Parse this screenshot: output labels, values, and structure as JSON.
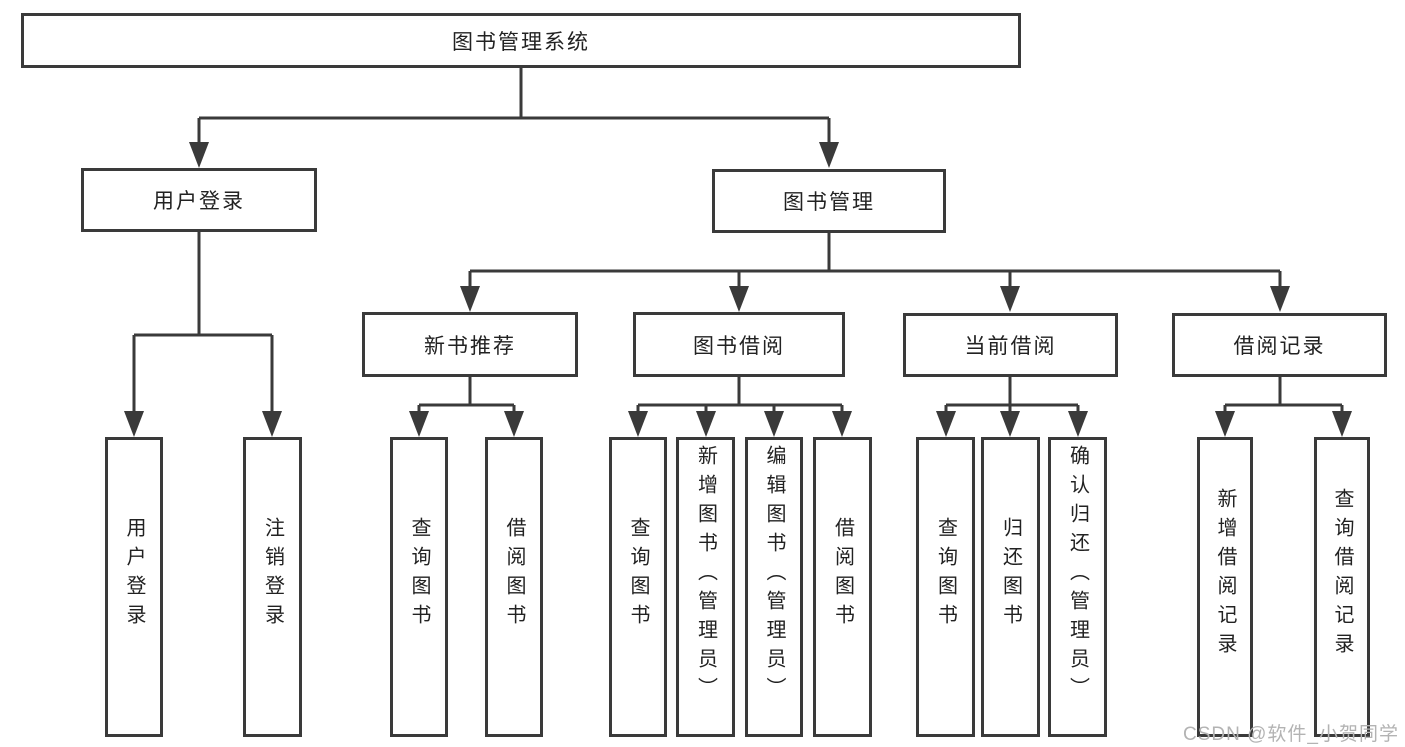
{
  "diagram_type": "hierarchy-tree",
  "watermark": "CSDN @软件_小贺同学",
  "colors": {
    "line": "#3a3a3a",
    "box_border": "#3a3a3a",
    "text": "#222222",
    "watermark": "#b3b3b3",
    "background": "#ffffff"
  },
  "nodes": {
    "root": {
      "label": "图书管理系统"
    },
    "level2": [
      {
        "label": "用户登录"
      },
      {
        "label": "图书管理"
      }
    ],
    "level3": [
      {
        "label": "新书推荐"
      },
      {
        "label": "图书借阅"
      },
      {
        "label": "当前借阅"
      },
      {
        "label": "借阅记录"
      }
    ],
    "leaves": {
      "userLogin": [
        {
          "label": "用户登录"
        },
        {
          "label": "注销登录"
        }
      ],
      "newBooks": [
        {
          "label": "查询图书"
        },
        {
          "label": "借阅图书"
        }
      ],
      "bookBorrow": [
        {
          "label": "查询图书"
        },
        {
          "label": "新增图书（管理员）"
        },
        {
          "label": "编辑图书（管理员）"
        },
        {
          "label": "借阅图书"
        }
      ],
      "currentBorrow": [
        {
          "label": "查询图书"
        },
        {
          "label": "归还图书"
        },
        {
          "label": "确认归还（管理员）"
        }
      ],
      "borrowRecords": [
        {
          "label": "新增借阅记录"
        },
        {
          "label": "查询借阅记录"
        }
      ]
    }
  }
}
